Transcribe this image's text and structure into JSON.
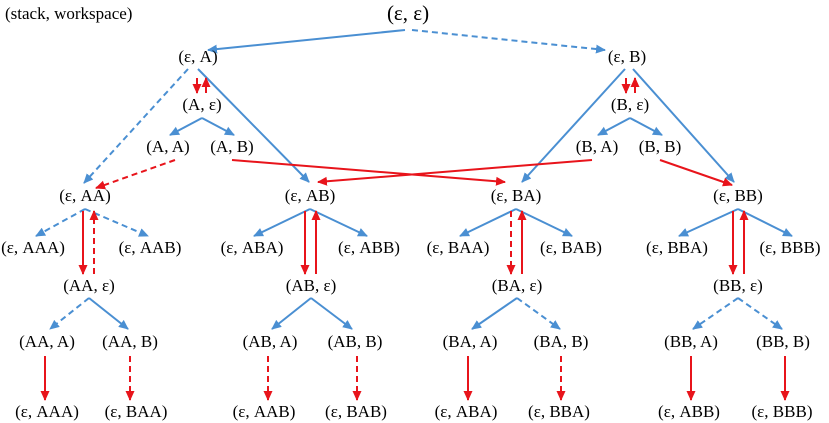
{
  "caption": "(stack, workspace)",
  "colors": {
    "blue": "#4a8fd2",
    "red": "#e8141b"
  },
  "nodes": {
    "root": "(ε, ε)",
    "eA": "(ε, A)",
    "eB": "(ε, B)",
    "Ae": "(A, ε)",
    "Be": "(B, ε)",
    "AA_": "(A, A)",
    "AB_": "(A, B)",
    "BA_": "(B, A)",
    "BB_": "(B, B)",
    "eAA": "(ε, AA)",
    "eAB": "(ε, AB)",
    "eBA": "(ε, BA)",
    "eBB": "(ε, BB)",
    "eAAA": "(ε, AAA)",
    "eAAB": "(ε, AAB)",
    "eABA": "(ε, ABA)",
    "eABB": "(ε, ABB)",
    "eBAA": "(ε, BAA)",
    "eBAB": "(ε, BAB)",
    "eBBA": "(ε, BBA)",
    "eBBB": "(ε, BBB)",
    "AAe": "(AA, ε)",
    "ABe": "(AB, ε)",
    "BAe": "(BA, ε)",
    "BBe": "(BB, ε)",
    "AAA": "(AA, A)",
    "AAB": "(AA, B)",
    "ABA": "(AB, A)",
    "ABB": "(AB, B)",
    "BAA": "(BA, A)",
    "BAB": "(BA, B)",
    "BBA": "(BB, A)",
    "BBB": "(BB, B)",
    "l1": "(ε, AAA)",
    "l2": "(ε, BAA)",
    "l3": "(ε, AAB)",
    "l4": "(ε, BAB)",
    "l5": "(ε, ABA)",
    "l6": "(ε, BBA)",
    "l7": "(ε, ABB)",
    "l8": "(ε, BBB)"
  }
}
